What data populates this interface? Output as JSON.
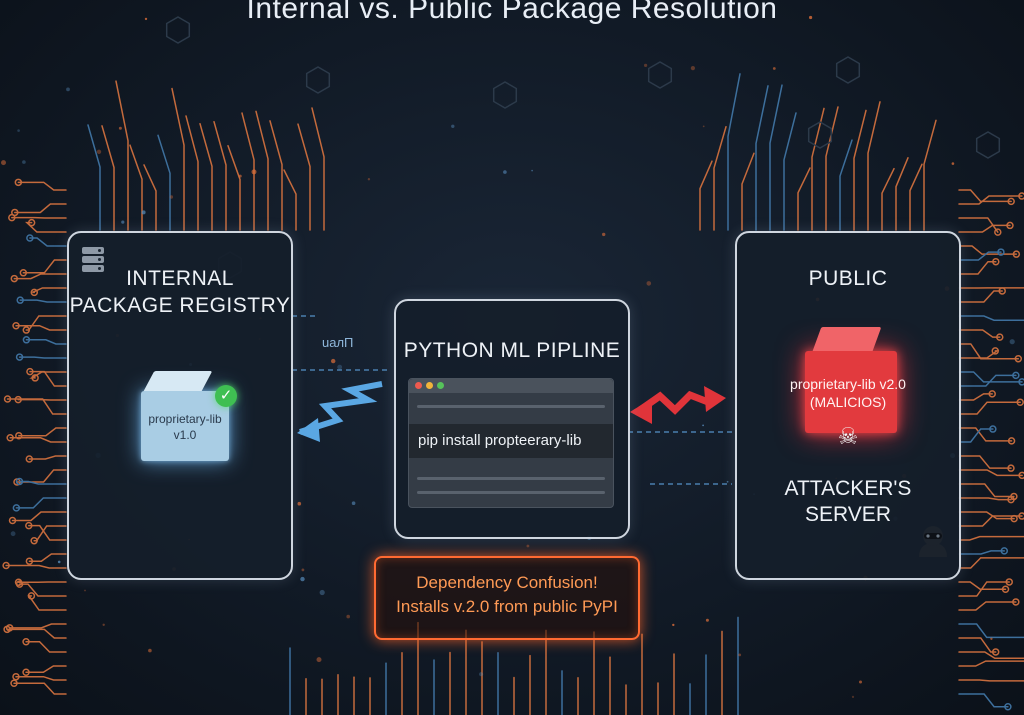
{
  "title": "Internal vs. Public Package Resolution",
  "internal_panel": {
    "title_line1": "INTERNAL",
    "title_line2": "PACKAGE REGISTRY",
    "package_name": "proprietary-lib",
    "package_version": "v1.0"
  },
  "link_label": "uaлП",
  "pipeline_panel": {
    "title": "PYTHON ML PIPLINE",
    "command": "pip install propteerary-lib"
  },
  "public_panel": {
    "title": "PUBLIC",
    "package_line1": "proprietary-lib v2.0",
    "package_line2": "(MALICIOS)",
    "server_line1": "ATTACKER'S",
    "server_line2": "SERVER"
  },
  "warning": {
    "line1": "Dependency Confusion!",
    "line2": "Installs v.2.0 from public PyPI"
  },
  "colors": {
    "safe": "#7ec0ee",
    "danger": "#e23a3e",
    "warning": "#ff6a32",
    "circuit": "#c46a3c",
    "circuit_blue": "#3d6f9c"
  }
}
